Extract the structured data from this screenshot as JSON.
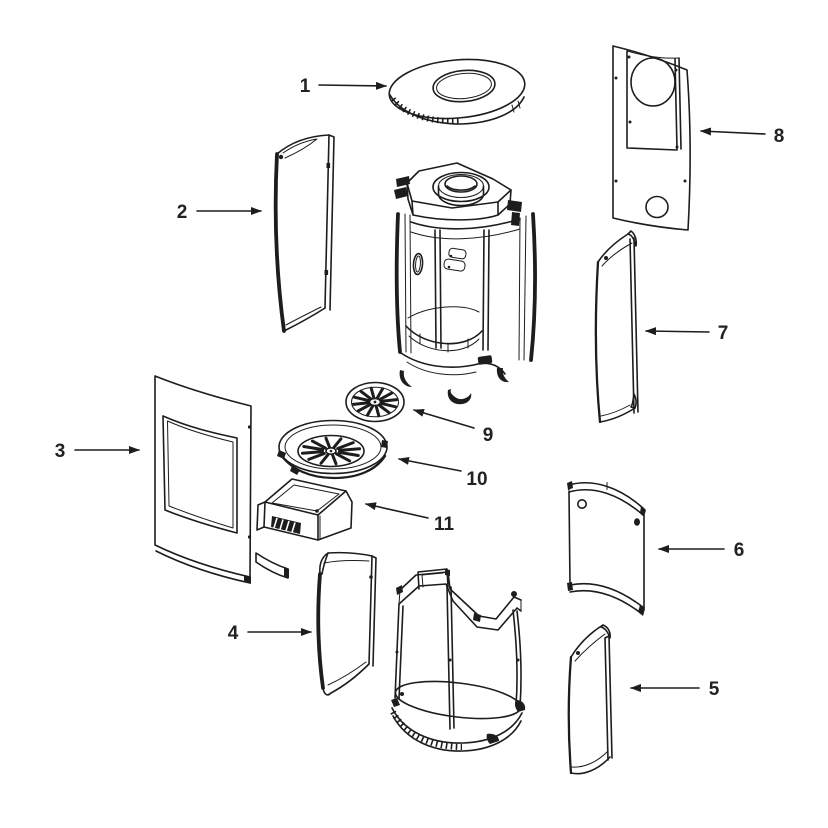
{
  "figure": {
    "type": "exploded-parts-diagram",
    "background_color": "#ffffff",
    "line_color": "#1d1d1d",
    "label_color": "#222222"
  },
  "callouts": [
    {
      "label": "1"
    },
    {
      "label": "2"
    },
    {
      "label": "3"
    },
    {
      "label": "4"
    },
    {
      "label": "5"
    },
    {
      "label": "6"
    },
    {
      "label": "7"
    },
    {
      "label": "8"
    },
    {
      "label": "9"
    },
    {
      "label": "10"
    },
    {
      "label": "11"
    }
  ]
}
